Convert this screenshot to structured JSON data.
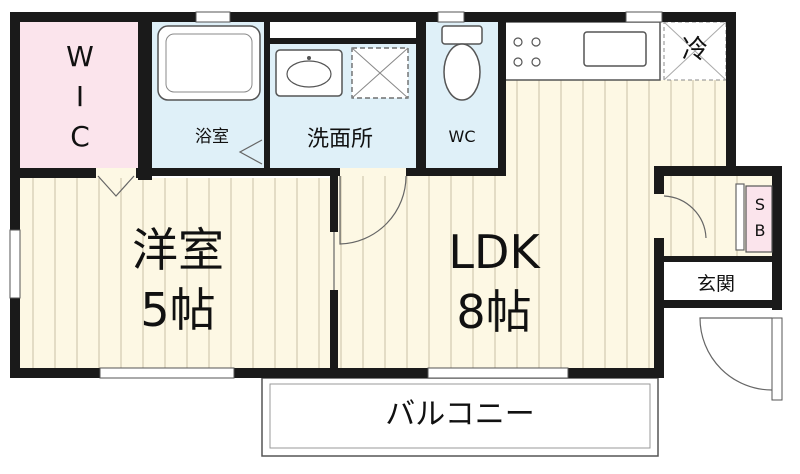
{
  "rooms": {
    "wic": {
      "line1": "W",
      "line2": "I",
      "line3": "C"
    },
    "bath": {
      "label": "浴室"
    },
    "washroom": {
      "label": "洗面所"
    },
    "toilet": {
      "label": "WC"
    },
    "fridge": {
      "label": "冷"
    },
    "western_room": {
      "name": "洋室",
      "size": "5帖"
    },
    "ldk": {
      "name": "LDK",
      "size": "8帖"
    },
    "shoe_box": {
      "line1": "S",
      "line2": "B"
    },
    "entrance": {
      "label": "玄関"
    },
    "balcony": {
      "label": "バルコニー"
    }
  },
  "colors": {
    "wall": "#1a1a1a",
    "wic_floor": "#fbe4ec",
    "wood_floor": "#fdf8e4",
    "wet_floor": "#dff0f8",
    "plank_line": "#c9c0a6",
    "door_swing": "#666666"
  }
}
